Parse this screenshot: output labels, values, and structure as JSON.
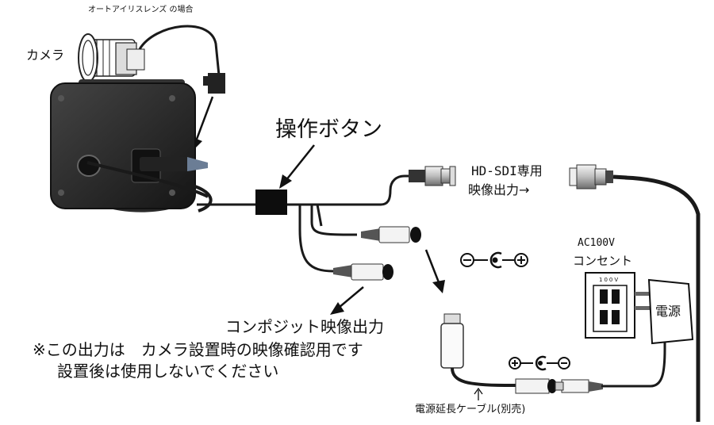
{
  "labels": {
    "auto_iris_lens": "オートアイリスレンズ の場合",
    "camera": "カメラ",
    "operation_button": "操作ボタン",
    "hdsdi_output_line1": "HD-SDI専用",
    "hdsdi_output_line2": "映像出力→",
    "ac100v_line1": "AC100V",
    "ac100v_line2": "コンセント",
    "outlet_plate": "100V",
    "power_supply": "電源",
    "composite_output": "コンポジット映像出力",
    "note_line1": "※この出力は　カメラ設置時の映像確認用です",
    "note_line2": "設置後は使用しないでください",
    "power_extension_cable": "電源延長ケーブル(別売)"
  },
  "icons": {
    "polarity_top": "polarity-center-positive-icon",
    "polarity_bottom": "polarity-center-positive-icon",
    "camera": "camera-body-icon",
    "lens": "auto-iris-lens-icon",
    "bnc": "bnc-connector-icon",
    "adapter": "ac-adapter-icon"
  },
  "colors": {
    "camera_body": "#2b2b2b",
    "cable": "#1a1a1a",
    "line": "#111111",
    "background": "#ffffff"
  }
}
